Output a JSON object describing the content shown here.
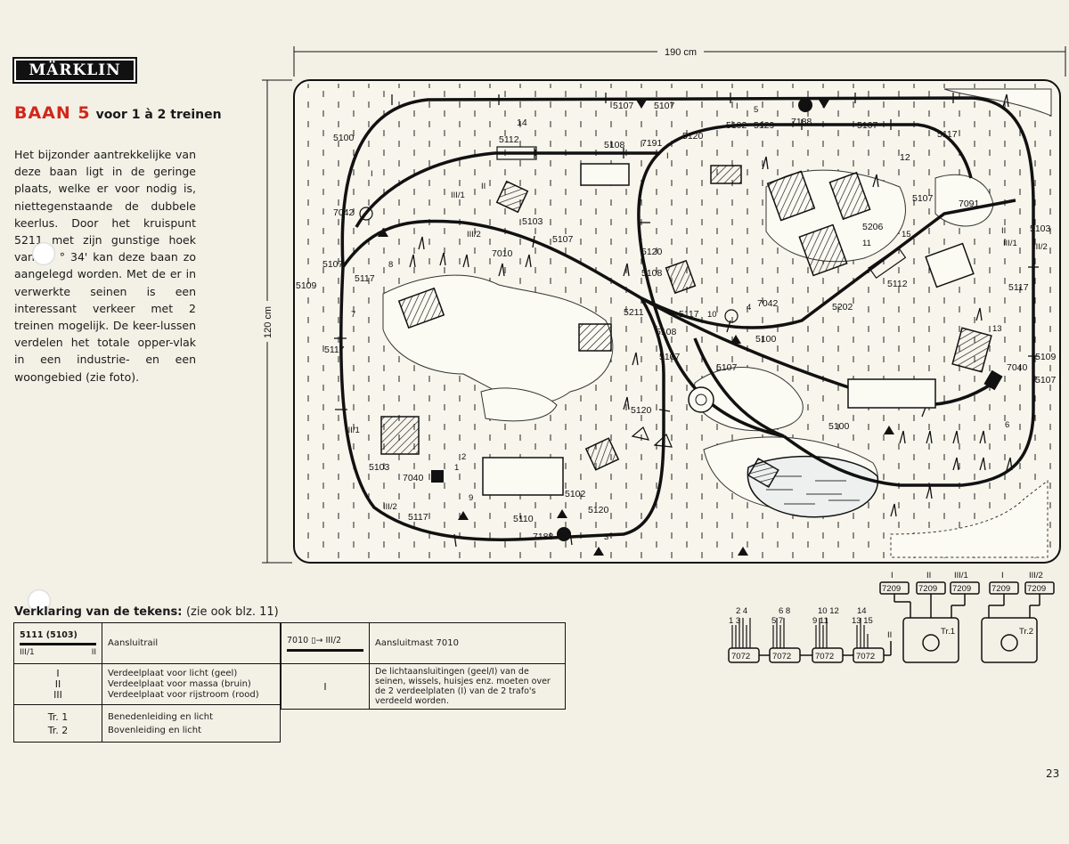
{
  "brand": "MÄRKLIN",
  "title": {
    "baan": "BAAN 5",
    "subtitle": "voor 1 à 2 treinen"
  },
  "intro": "Het bijzonder aantrekkelijke van deze baan ligt in de geringe plaats, welke er voor nodig is, niettegenstaande de dubbele keerlus. Door het kruispunt 5211 met zijn gunstige hoek van 48 ° 34' kan deze baan zo aangelegd worden. Met de er in verwerkte seinen is een interessant verkeer met 2 treinen mogelijk. De keer-lussen verdelen het totale opper-vlak in een industrie- en een woongebied (zie foto).",
  "dimensions": {
    "width": "190 cm",
    "height": "120 cm"
  },
  "track_labels": [
    "5107",
    "5107",
    "5102",
    "5129",
    "7188",
    "5107",
    "5117",
    "5100",
    "5112",
    "5108",
    "7191",
    "5120",
    "14",
    "12",
    "7042",
    "5107",
    "5103",
    "5107",
    "7010",
    "5117",
    "5109",
    "5117",
    "5211",
    "5120",
    "5108",
    "5117",
    "5108",
    "5107",
    "5107",
    "5100",
    "7042",
    "5206",
    "5112",
    "5202",
    "7091",
    "5103",
    "5117",
    "5109",
    "5107",
    "7040",
    "5100",
    "5120",
    "5103",
    "7040",
    "5117",
    "5102",
    "5110",
    "5120",
    "7188",
    "5107",
    "4",
    "10",
    "11",
    "15",
    "13",
    "6",
    "8",
    "7",
    "9",
    "3",
    "2",
    "1",
    "5"
  ],
  "roman": [
    "I",
    "II",
    "III/1",
    "III/2"
  ],
  "circuit": {
    "boxes": [
      "7072",
      "7072",
      "7072",
      "7072"
    ],
    "groups": [
      "2 4",
      "1 3",
      "6 8",
      "5 7",
      "10 12",
      "9 11",
      "14",
      "13 15"
    ],
    "distributors": [
      "7209",
      "7209",
      "7209",
      "7209",
      "7209"
    ],
    "dist_labels": [
      "I",
      "II",
      "III/1",
      "I",
      "III/2"
    ],
    "trafos": [
      "Tr.1",
      "Tr.2"
    ],
    "side": "II"
  },
  "legend": {
    "heading": "Verklaring van de tekens:",
    "heading_note": "(zie ook blz. 11)",
    "rail_code": "5111  (5103)",
    "rail_sub_a": "III/1",
    "rail_sub_b": "II",
    "rail_text": "Aansluitrail",
    "mast_code": "7010",
    "mast_sub": "III/2",
    "mast_text": "Aansluitmast 7010",
    "plates_symbols": [
      "I",
      "II",
      "III"
    ],
    "plates_text": [
      "Verdeelplaat voor licht (geel)",
      "Verdeelplaat voor massa (bruin)",
      "Verdeelplaat voor rijstroom (rood)"
    ],
    "light_symbol": "I",
    "light_text": "De lichtaansluitingen (geel/I) van de seinen, wissels, huisjes enz. moeten over de 2 verdeelplaten (I) van de 2 trafo's verdeeld worden.",
    "trafo_symbols": [
      "Tr. 1",
      "Tr. 2"
    ],
    "trafo_text": [
      "Benedenleiding en licht",
      "Bovenleiding en licht"
    ]
  },
  "page_number": "23",
  "colors": {
    "accent": "#d1271b",
    "ink": "#111111",
    "paper": "#f3f1e6"
  }
}
